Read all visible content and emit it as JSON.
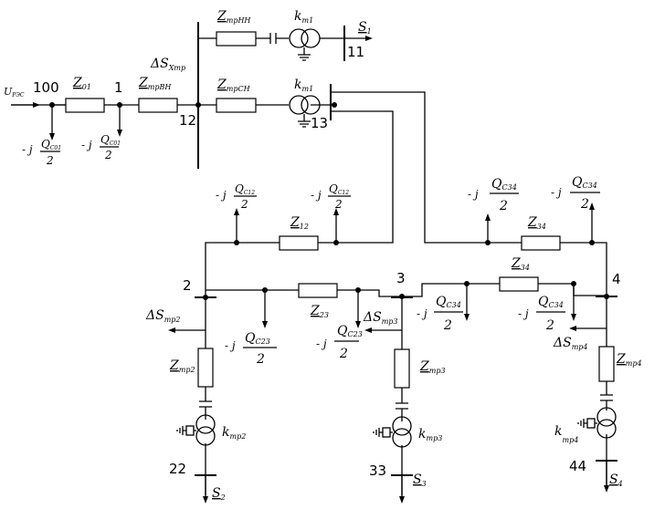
{
  "nodes": {
    "n100": "100",
    "n1": "1",
    "n12": "12",
    "n13": "13",
    "n11": "11",
    "n2": "2",
    "n3": "3",
    "n4": "4",
    "n22": "22",
    "n33": "33",
    "n44": "44"
  },
  "impedances": {
    "z01": {
      "main": "Z",
      "sub": "01"
    },
    "zvn": {
      "main": "Z",
      "sub": "трВН"
    },
    "znn": {
      "main": "Z",
      "sub": "трНН"
    },
    "zsn": {
      "main": "Z",
      "sub": "трСН"
    },
    "z12": {
      "main": "Z",
      "sub": "12"
    },
    "z23": {
      "main": "Z",
      "sub": "23"
    },
    "z34a": {
      "main": "Z",
      "sub": "34"
    },
    "z34b": {
      "main": "Z",
      "sub": "34"
    },
    "ztr2": {
      "main": "Z",
      "sub": "тр2"
    },
    "ztr3": {
      "main": "Z",
      "sub": "тр3"
    },
    "ztr4": {
      "main": "Z",
      "sub": "тр4"
    }
  },
  "ratios": {
    "kt1a": {
      "main": "k",
      "sub": "т1"
    },
    "kt1b": {
      "main": "k",
      "sub": "т1"
    },
    "ktr2": {
      "main": "k",
      "sub": "тр2"
    },
    "ktr3": {
      "main": "k",
      "sub": "тр3"
    },
    "ktr4": {
      "main": "k",
      "sub": "тр4"
    }
  },
  "loads": {
    "s1": {
      "main": "S",
      "sub": "1"
    },
    "s2": {
      "main": "S",
      "sub": "2"
    },
    "s3": {
      "main": "S",
      "sub": "3"
    },
    "s4": {
      "main": "S",
      "sub": "4"
    }
  },
  "losses": {
    "dsx": {
      "main": "ΔS",
      "sub": "Xтр"
    },
    "ds2": {
      "main": "ΔS",
      "sub": "тр2"
    },
    "ds3": {
      "main": "ΔS",
      "sub": "тр3"
    },
    "ds4": {
      "main": "ΔS",
      "sub": "тр4"
    }
  },
  "source": {
    "main": "U",
    "sub": "РЭС"
  },
  "charging": {
    "prefix": "- j",
    "den": "2",
    "q01": "Q",
    "q01_sub": "C01",
    "q12": "Q",
    "q12_sub": "C12",
    "q23": "Q",
    "q23_sub": "C23",
    "q34": "Q",
    "q34_sub": "C34"
  }
}
